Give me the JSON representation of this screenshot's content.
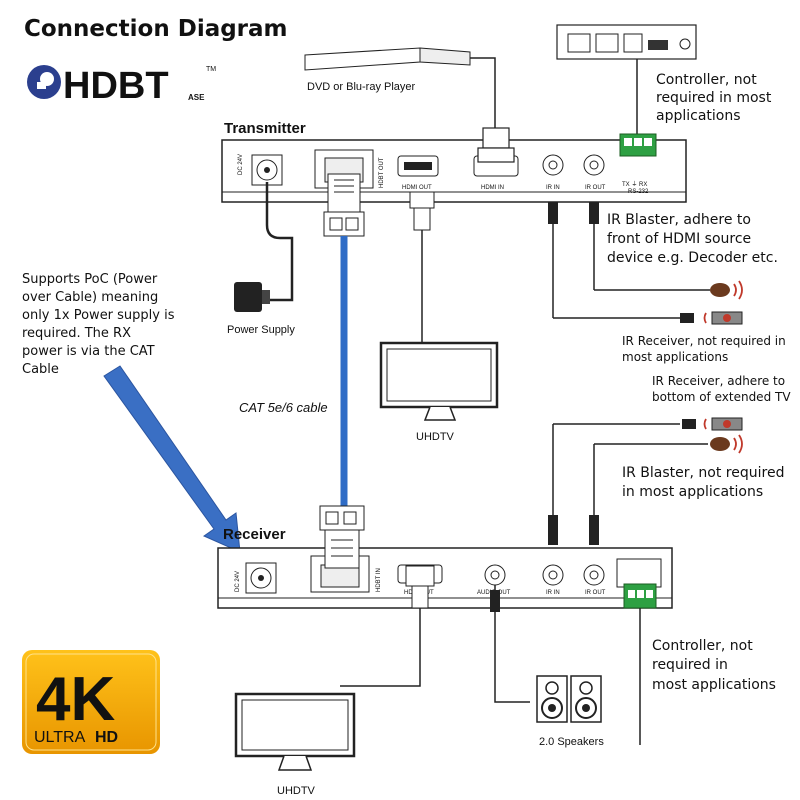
{
  "title": "Connection Diagram",
  "logo": {
    "text": "HDBT",
    "sub": "ASE",
    "tm": "TM",
    "brand_color": "#2b3f8e"
  },
  "badge_4k": {
    "big": "4K",
    "ultra": "ULTRA",
    "hd": "HD",
    "bg": "#f5a800"
  },
  "transmitter": {
    "label": "Transmitter",
    "ports": {
      "dc": "DC 24V",
      "hdbt": "HDBT OUT",
      "hdmi_out": "HDMI OUT",
      "hdmi_in": "HDMI IN",
      "ir_in": "IR IN",
      "ir_out": "IR OUT",
      "rs232": "TX ⏚ RX",
      "rs232_sub": "RS-232"
    }
  },
  "receiver": {
    "label": "Receiver",
    "ports": {
      "dc": "DC 24V",
      "hdbt": "HDBT IN",
      "hdmi_out": "HDMI OUT",
      "audio_out": "AUDIO OUT",
      "ir_in": "IR IN",
      "ir_out": "IR OUT"
    }
  },
  "devices": {
    "dvd": "DVD or Blu-ray Player",
    "power_supply": "Power Supply",
    "uhdtv_top": "UHDTV",
    "uhdtv_bottom": "UHDTV",
    "speakers": "2.0 Speakers",
    "cable": "CAT 5e/6 cable"
  },
  "notes": {
    "controller_top": [
      "Controller, not",
      "required in most",
      "applications"
    ],
    "ir_blaster_top": [
      "IR Blaster, adhere to",
      "front of HDMI source",
      "device e.g. Decoder etc."
    ],
    "ir_receiver_top": [
      "IR Receiver, not required in",
      "most applications"
    ],
    "ir_receiver_bottom": [
      "IR Receiver, adhere to",
      "bottom of extended TV"
    ],
    "ir_blaster_bottom": [
      "IR Blaster, not required",
      "in most applications"
    ],
    "controller_bottom": [
      "Controller, not",
      "required in",
      " most applications"
    ],
    "poc": [
      "Supports PoC (Power",
      "over Cable) meaning",
      "only 1x Power supply is",
      "required. The RX",
      "power is via the CAT",
      "Cable"
    ]
  },
  "colors": {
    "cable_blue": "#2f6cc6",
    "arrow_blue": "#3a6fc4",
    "terminal_green": "#2ea043",
    "ir_red": "#c0392b"
  }
}
